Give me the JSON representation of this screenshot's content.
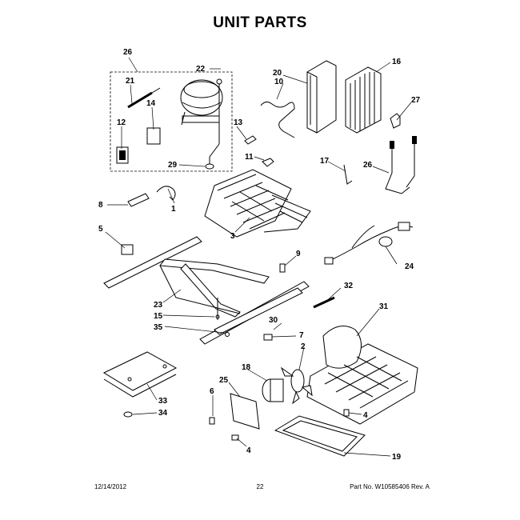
{
  "page": {
    "title": "UNIT PARTS",
    "date": "12/14/2012",
    "page_number": "22",
    "part_no": "Part No. W10585406 Rev. A"
  },
  "callouts": {
    "c1": "1",
    "c2": "2",
    "c3": "3",
    "c4a": "4",
    "c4b": "4",
    "c5": "5",
    "c6": "6",
    "c7": "7",
    "c8": "8",
    "c9": "9",
    "c10": "10",
    "c11": "11",
    "c12": "12",
    "c13": "13",
    "c14": "14",
    "c15": "15",
    "c16": "16",
    "c17": "17",
    "c18": "18",
    "c19": "19",
    "c20": "20",
    "c21": "21",
    "c22": "22",
    "c23": "23",
    "c24": "24",
    "c25": "25",
    "c26a": "26",
    "c26b": "26",
    "c27": "27",
    "c29": "29",
    "c30": "30",
    "c31": "31",
    "c32": "32",
    "c33": "33",
    "c34": "34",
    "c35": "35"
  }
}
